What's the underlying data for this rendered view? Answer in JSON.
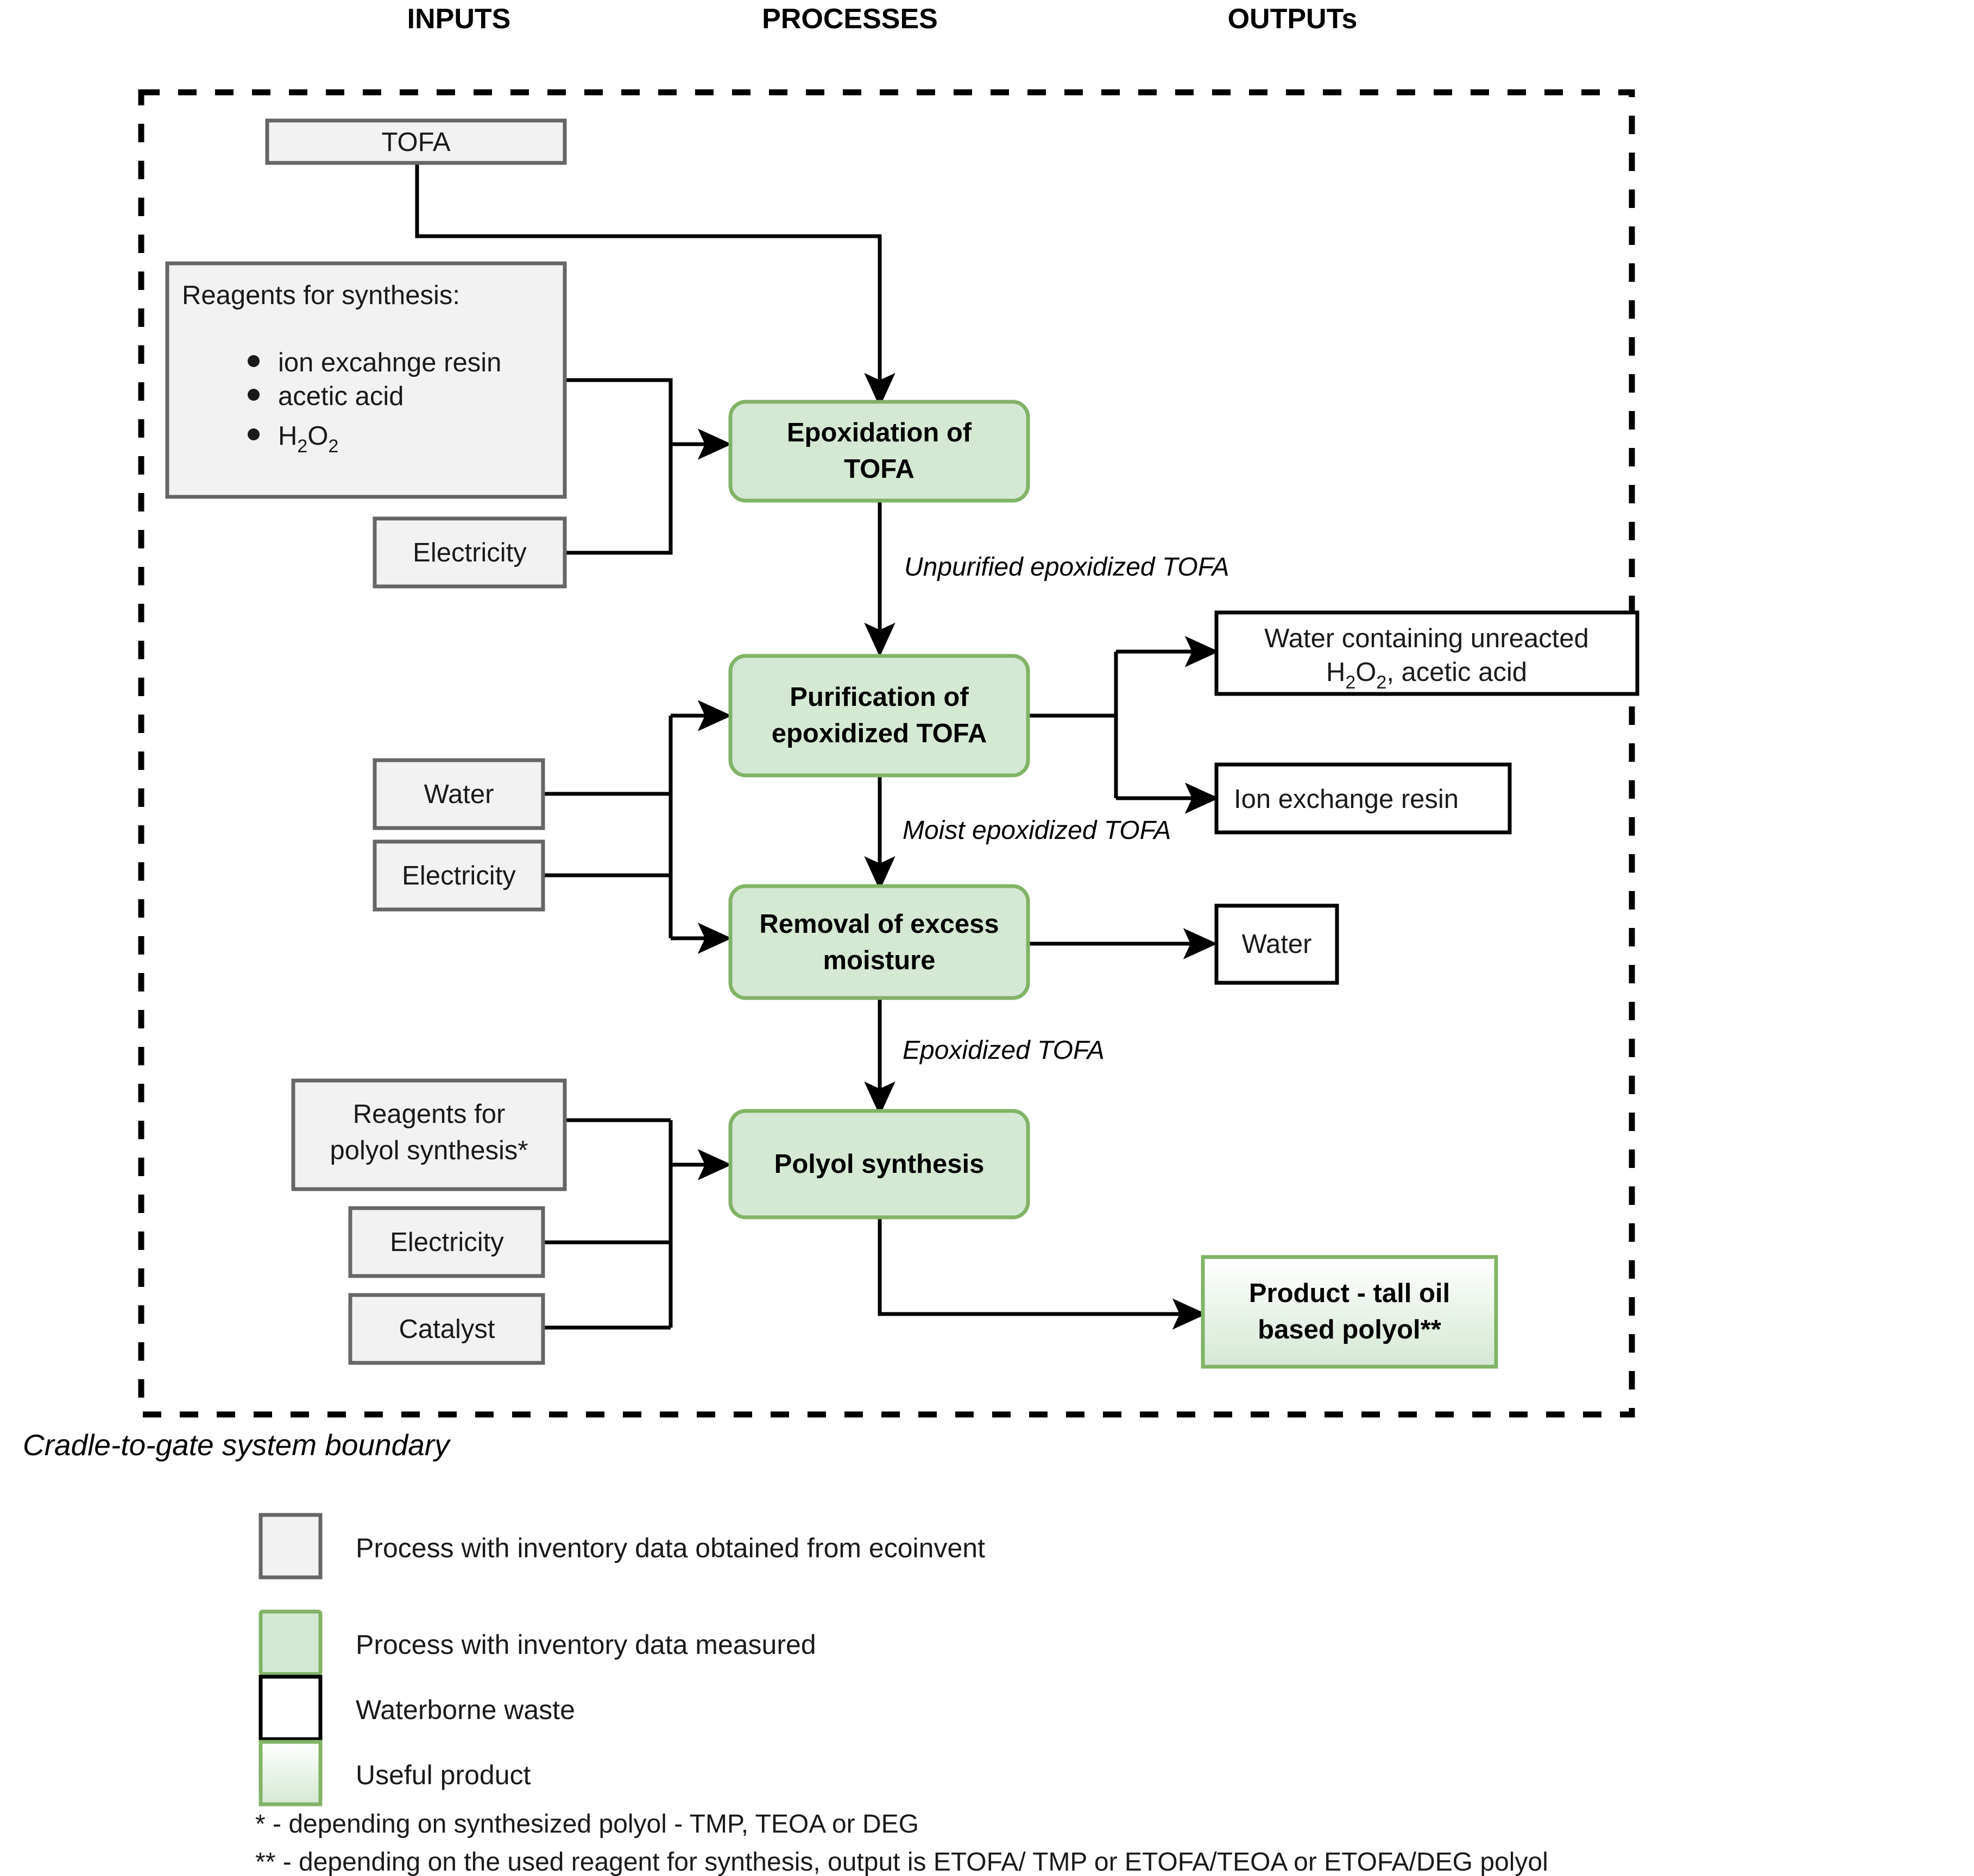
{
  "headers": {
    "inputs": "INPUTS",
    "processes": "PROCESSES",
    "outputs": "OUTPUTs"
  },
  "boundary": {
    "label": "Cradle-to-gate system boundary"
  },
  "inputs": {
    "tofa": "TOFA",
    "reagents_synthesis_title": "Reagents for synthesis:",
    "reagents_synthesis_items": [
      "ion excahnge resin",
      "acetic acid",
      "H2O2"
    ],
    "electricity_1": "Electricity",
    "water_1": "Water",
    "electricity_2": "Electricity",
    "reagents_polyol_line1": "Reagents for",
    "reagents_polyol_line2": "polyol synthesis*",
    "electricity_3": "Electricity",
    "catalyst": "Catalyst"
  },
  "processes": {
    "epoxidation_line1": "Epoxidation of",
    "epoxidation_line2": "TOFA",
    "purification_line1": "Purification of",
    "purification_line2": "epoxidized TOFA",
    "removal_line1": "Removal of excess",
    "removal_line2": "moisture",
    "polyol_synthesis": "Polyol synthesis"
  },
  "outputs": {
    "waste_water_line1": "Water containing unreacted",
    "waste_water_line2_pre": "H",
    "waste_water_line2_sub1": "2",
    "waste_water_line2_mid": "O",
    "waste_water_line2_sub2": "2",
    "waste_water_line2_post": ", acetic acid",
    "ion_exchange_resin": "Ion exchange resin",
    "water": "Water",
    "product_line1": "Product - tall oil",
    "product_line2": "based polyol**"
  },
  "edge_labels": {
    "unpurified": "Unpurified epoxidized TOFA",
    "moist": "Moist epoxidized TOFA",
    "epoxidized": "Epoxidized TOFA"
  },
  "legend": [
    {
      "swatch": "gray",
      "label": "Process with inventory data obtained from ecoinvent"
    },
    {
      "swatch": "green",
      "label": "Process with inventory data measured"
    },
    {
      "swatch": "white",
      "label": "Waterborne waste"
    },
    {
      "swatch": "product",
      "label": "Useful product"
    }
  ],
  "notes": {
    "single_star": "* - depending on synthesized polyol - TMP, TEOA or DEG",
    "double_star": "** - depending on the used reagent for synthesis, output is ETOFA/ TMP or ETOFA/TEOA or ETOFA/DEG polyol"
  },
  "colors": {
    "process_fill": "#d5e8d4",
    "process_stroke": "#82b366",
    "input_fill": "#f2f2f2",
    "input_stroke": "#666666",
    "waste_fill": "#ffffff",
    "waste_stroke": "#000000"
  }
}
